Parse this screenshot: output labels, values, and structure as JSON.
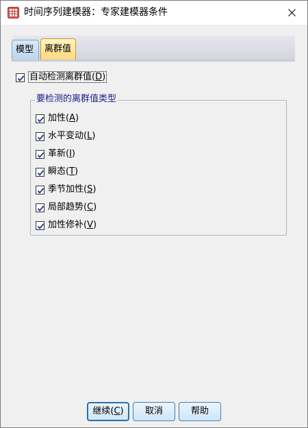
{
  "window": {
    "title": "时间序列建模器：专家建模器条件",
    "close_glyph": "✕"
  },
  "tabs": [
    {
      "label": "模型",
      "active": false
    },
    {
      "label": "离群值",
      "active": true
    }
  ],
  "auto_detect": {
    "label_prefix": "自动检测离群值(",
    "mnemonic": "D",
    "label_suffix": ")",
    "checked": true
  },
  "group": {
    "title": "要检测的离群值类型",
    "items": [
      {
        "prefix": "加性(",
        "mnemonic": "A",
        "suffix": ")",
        "checked": true
      },
      {
        "prefix": "水平变动(",
        "mnemonic": "L",
        "suffix": ")",
        "checked": true
      },
      {
        "prefix": "革新(",
        "mnemonic": "I",
        "suffix": ")",
        "checked": true
      },
      {
        "prefix": "瞬态(",
        "mnemonic": "T",
        "suffix": ")",
        "checked": true
      },
      {
        "prefix": "季节加性(",
        "mnemonic": "S",
        "suffix": ")",
        "checked": true
      },
      {
        "prefix": "局部趋势(",
        "mnemonic": "C",
        "suffix": ")",
        "checked": true
      },
      {
        "prefix": "加性修补(",
        "mnemonic": "V",
        "suffix": ")",
        "checked": true
      }
    ]
  },
  "buttons": {
    "continue_prefix": "继续(",
    "continue_mnemonic": "C",
    "continue_suffix": ")",
    "cancel": "取消",
    "help": "帮助"
  },
  "colors": {
    "active_tab": "#ffd879",
    "inactive_tab": "#bcd6ec",
    "button_border": "#3c7fb1",
    "group_title": "#1b1b8a"
  }
}
